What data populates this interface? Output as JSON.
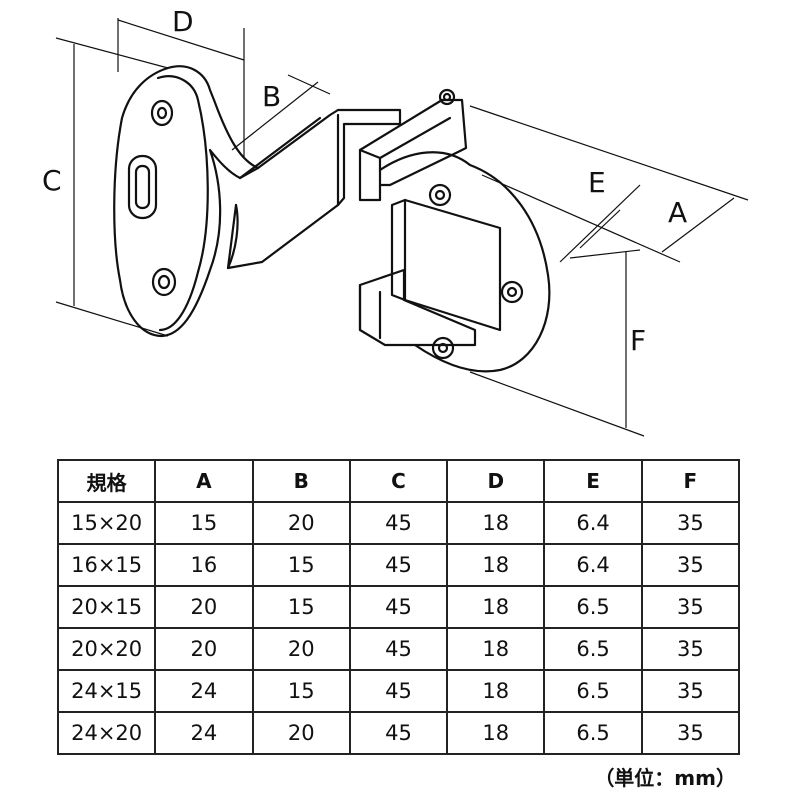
{
  "diagram": {
    "labels": {
      "A": "A",
      "B": "B",
      "C": "C",
      "D": "D",
      "E": "E",
      "F": "F"
    }
  },
  "table": {
    "headers": [
      "規格",
      "A",
      "B",
      "C",
      "D",
      "E",
      "F"
    ],
    "rows": [
      [
        "15×20",
        "15",
        "20",
        "45",
        "18",
        "6.4",
        "35"
      ],
      [
        "16×15",
        "16",
        "15",
        "45",
        "18",
        "6.4",
        "35"
      ],
      [
        "20×15",
        "20",
        "15",
        "45",
        "18",
        "6.5",
        "35"
      ],
      [
        "20×20",
        "20",
        "20",
        "45",
        "18",
        "6.5",
        "35"
      ],
      [
        "24×15",
        "24",
        "15",
        "45",
        "18",
        "6.5",
        "35"
      ],
      [
        "24×20",
        "24",
        "20",
        "45",
        "18",
        "6.5",
        "35"
      ]
    ]
  },
  "unit_note": "（単位：mm）"
}
